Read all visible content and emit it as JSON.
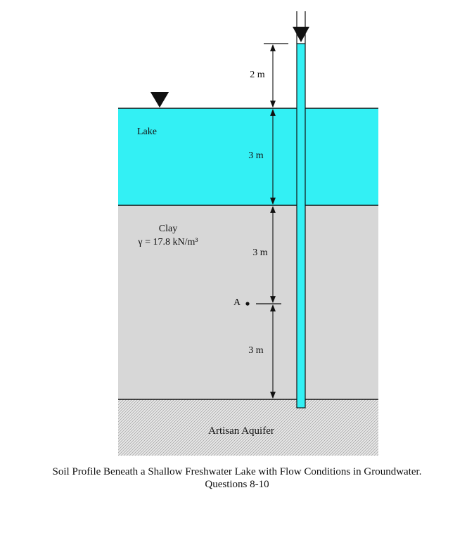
{
  "labels": {
    "lake": "Lake",
    "clay": "Clay",
    "clay_unit_weight": "γ = 17.8 kN/m³",
    "point_a": "A",
    "aquifer": "Artisan Aquifer"
  },
  "dimensions": {
    "standpipe_head_above_lake": "2 m",
    "lake_depth": "3 m",
    "clay_above_a": "3 m",
    "clay_below_a": "3 m"
  },
  "caption": {
    "line1": "Soil Profile Beneath a Shallow Freshwater Lake with Flow Conditions in Groundwater.",
    "line2": "Questions 8-10"
  },
  "colors": {
    "water": "#33f0f4",
    "clay": "#d7d7d7",
    "aquifer_hatch": "#bdbdbd",
    "line": "#111111"
  }
}
